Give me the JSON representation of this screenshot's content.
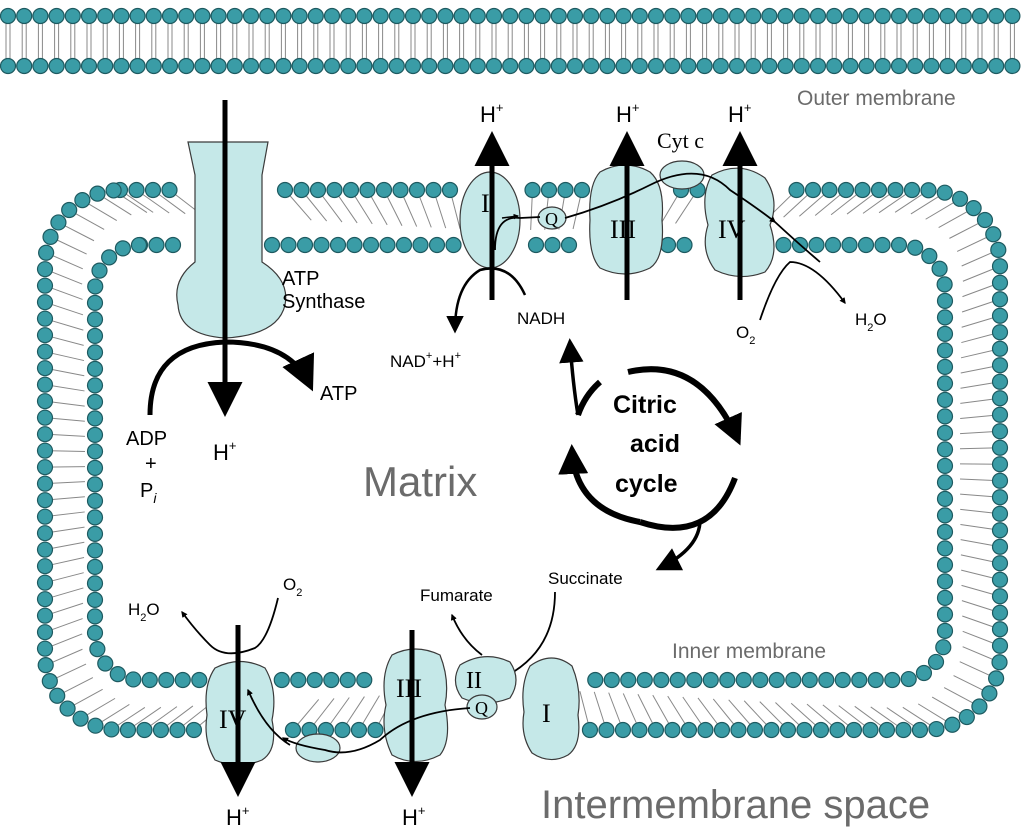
{
  "labels": {
    "outer_membrane": "Outer membrane",
    "inner_membrane": "Inner membrane",
    "intermembrane_space": "Intermembrane space",
    "matrix": "Matrix",
    "atp_synthase_line1": "ATP",
    "atp_synthase_line2": "Synthase",
    "atp": "ATP",
    "adp": "ADP",
    "plus": "+",
    "pi_main": "P",
    "pi_sub": "i",
    "h": "H",
    "h_sup": "+",
    "nad": "NAD",
    "nad_tail": "+H",
    "nadh": "NADH",
    "cyt_c": "Cyt c",
    "h2o_h": "H",
    "h2o_sub": "2",
    "h2o_o": "O",
    "o2_main": "O",
    "o2_sub": "2",
    "citric_1": "Citric",
    "citric_2": "acid",
    "citric_3": "cycle",
    "succinate": "Succinate",
    "fumarate": "Fumarate"
  },
  "complexes": {
    "c1": "I",
    "c2": "II",
    "c3": "III",
    "c4": "IV",
    "q": "Q"
  },
  "colors": {
    "membrane_head": "#3a9ca6",
    "protein_fill": "#c5e8e8",
    "label_grey": "#6b6b6b"
  }
}
